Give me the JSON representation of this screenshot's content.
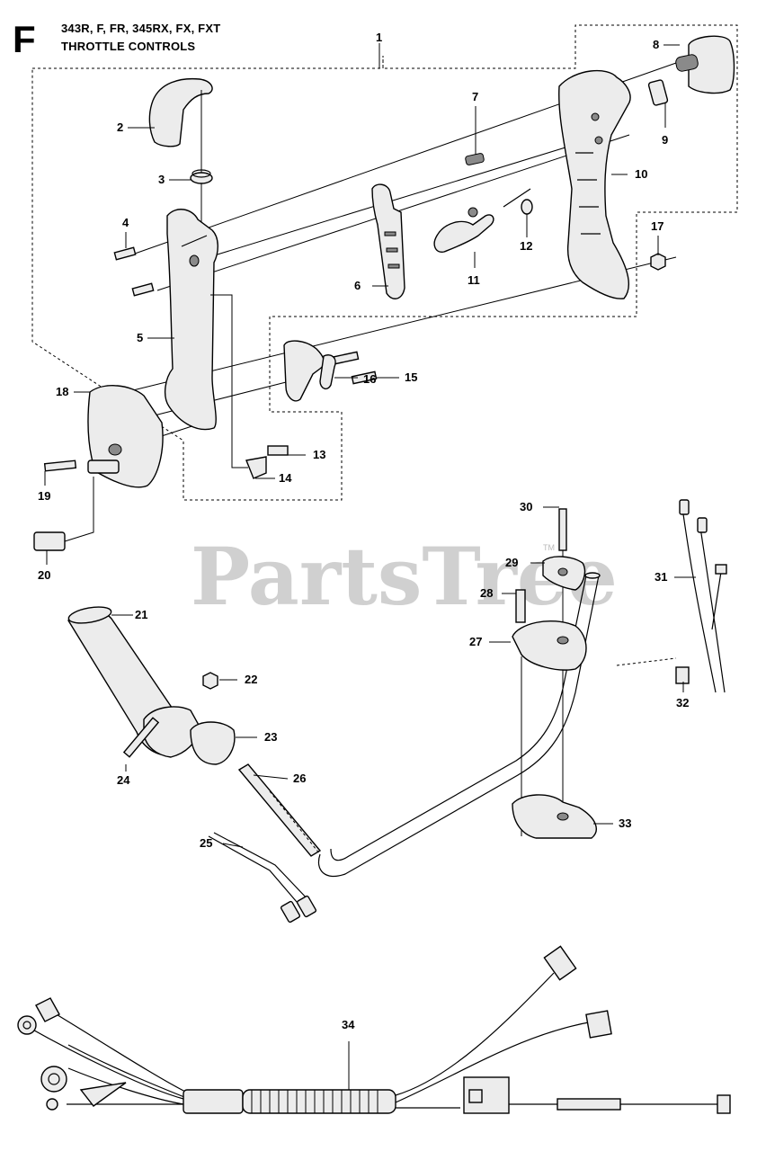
{
  "section_letter": "F",
  "header": {
    "models": "343R, F, FR, 345RX, FX, FXT",
    "title": "THROTTLE CONTROLS"
  },
  "watermark": {
    "text": "PartsTree",
    "tm": "TM"
  },
  "callouts": [
    "1",
    "2",
    "3",
    "4",
    "5",
    "6",
    "7",
    "8",
    "9",
    "10",
    "11",
    "12",
    "13",
    "14",
    "15",
    "16",
    "17",
    "18",
    "19",
    "20",
    "21",
    "22",
    "23",
    "24",
    "25",
    "26",
    "27",
    "28",
    "29",
    "30",
    "31",
    "32",
    "33",
    "34"
  ],
  "colors": {
    "line": "#000000",
    "fill": "#e9e9e9",
    "shade": "#9a9a9a",
    "watermark": "#d0d0d0"
  }
}
